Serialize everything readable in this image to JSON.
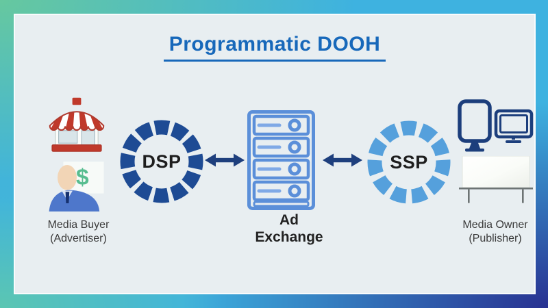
{
  "title": "Programmatic DOOH",
  "diagram": {
    "dsp": "DSP",
    "ssp": "SSP",
    "ad_exchange": [
      "Ad",
      "Exchange"
    ],
    "media_buyer": [
      "Media Buyer",
      "(Advertiser)"
    ],
    "media_owner": [
      "Media Owner",
      "(Publisher)"
    ],
    "dollar_sign": "$"
  },
  "colors": {
    "title-blue": "#1768ba",
    "dsp-navy": "#1e4b94",
    "ssp-blue": "#55a0dc",
    "arrow-navy": "#1e3f7d",
    "server-blue": "#5b8fd9",
    "server-line": "#7fa9e6",
    "monitor-navy": "#1c3e7c",
    "store-red": "#c0392b",
    "money-green": "#57bd90",
    "label-dark": "#3b3b3b",
    "card-bg": "#e8eef1",
    "bg-green": "#66c89f",
    "bg-teal": "#5bc6b2",
    "bg-sky": "#3eb2e0",
    "bg-navy": "#283191"
  }
}
